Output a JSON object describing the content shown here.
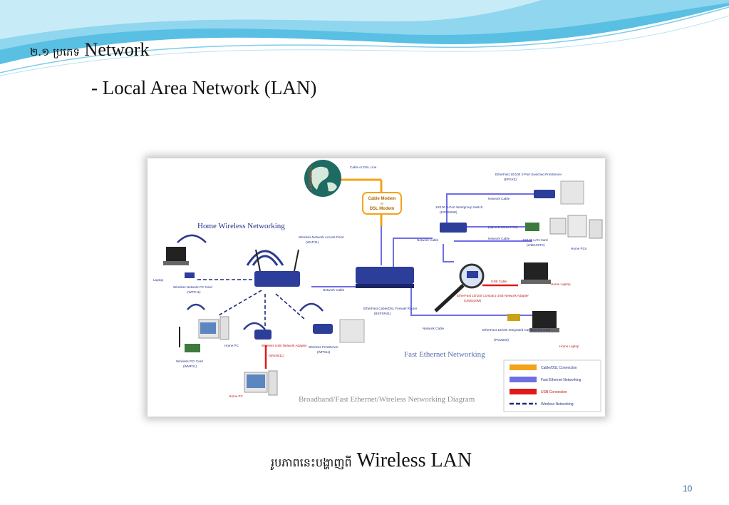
{
  "slide": {
    "heading_number": "២.១ ប្រភេទ",
    "heading_word": "Network",
    "subheading": "- Local Area Network (LAN)",
    "caption_khmer": "រូបភាពនេះបង្ហាញពី",
    "caption_english": "Wireless LAN",
    "page_number": "10"
  },
  "diagram": {
    "internet": "INTERNET",
    "cable_line": "Cable or DSL Line",
    "modem_line1": "Cable Modem",
    "modem_line2": "or",
    "modem_line3": "DSL Modem",
    "home_wireless_title": "Home Wireless Networking",
    "fast_ethernet_title": "Fast Ethernet Networking",
    "bottom_title": "Broadband/Fast Ethernet/Wireless Networking Diagram",
    "labels": {
      "laptop": "Laptop",
      "wireless_pc_card": "Wireless Network PC Card",
      "wireless_pc_card_model": "(WPC11)",
      "access_point": "Wireless Network Access Point",
      "access_point_model": "(WAP11)",
      "network_cable": "Network Cable",
      "router": "EtherFast Cable/DSL Firewall Router",
      "router_model": "(BEFSR41)",
      "switch": "10/100 5-Port Workgroup Switch",
      "switch_model": "(EZXS55W)",
      "print_server_wired": "EtherFast 10/100 2-Port Switched PrintServer",
      "print_server_wired_model": "(EPSX3)",
      "up_to_5": "(Up to 5 Home PCs)",
      "lan_card": "10/100 LAN Card",
      "lan_card_model": "(LNE100TX)",
      "home_pcs": "Home PCs",
      "usb_cable": "USB Cable",
      "usb_adapter": "EtherFast 10/100 Compact USB Network Adapter",
      "usb_adapter_model": "(USB100M)",
      "home_laptop": "Home Laptop",
      "cardbus": "EtherFast 10/100 Integrated CardBus PC Card",
      "cardbus_model": "(PCM200)",
      "home_pc": "Home PC",
      "wireless_pci": "Wireless PCI Card",
      "wireless_pci_model": "(WMP11)",
      "wireless_usb": "Wireless USB Network Adapter",
      "wireless_usb_model": "(WUSB11)",
      "wireless_print": "Wireless PrintServer",
      "wireless_print_model": "(WPS11)"
    },
    "legend": [
      {
        "label": "Cable/DSL Connection",
        "color": "#f2a31b",
        "style": "solid"
      },
      {
        "label": "Fast Ethernet Networking",
        "color": "#6e6ee6",
        "style": "solid"
      },
      {
        "label": "USB Connection",
        "color": "#e01a1a",
        "style": "solid"
      },
      {
        "label": "Wireless Networking",
        "color": "#1d2a78",
        "style": "dashed"
      }
    ]
  }
}
